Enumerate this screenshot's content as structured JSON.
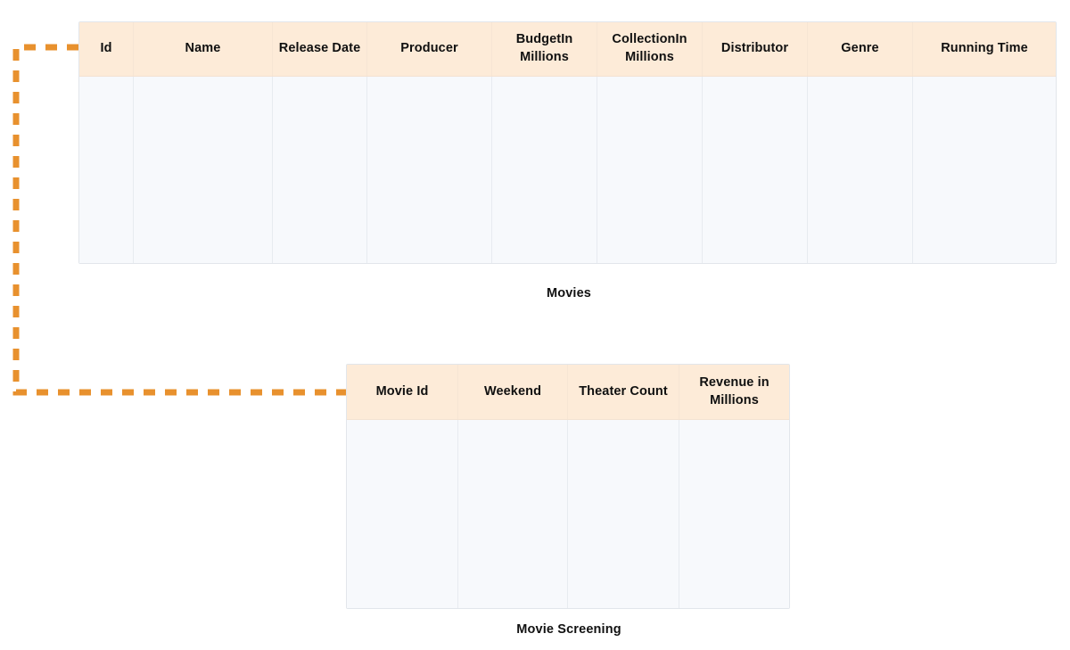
{
  "diagram": {
    "type": "entity-relationship-diagram",
    "background_color": "#ffffff",
    "entities": [
      {
        "id": "movies",
        "caption": "Movies",
        "header_color": "#fdebd8",
        "body_color": "#f7f9fc",
        "columns": [
          {
            "label": "Id"
          },
          {
            "label": "Name"
          },
          {
            "label": "Release Date"
          },
          {
            "label": "Producer"
          },
          {
            "label": "BudgetIn Millions"
          },
          {
            "label": "CollectionIn Millions"
          },
          {
            "label": "Distributor"
          },
          {
            "label": "Genre"
          },
          {
            "label": "Running Time"
          }
        ]
      },
      {
        "id": "movie-screening",
        "caption": "Movie Screening",
        "header_color": "#fdebd8",
        "body_color": "#f7f9fc",
        "columns": [
          {
            "label": "Movie Id"
          },
          {
            "label": "Weekend"
          },
          {
            "label": "Theater Count"
          },
          {
            "label": "Revenue in Millions"
          }
        ]
      }
    ],
    "relationship": {
      "from": "movies",
      "to": "movie-screening",
      "style": "dashed",
      "color": "#e8912e"
    }
  }
}
